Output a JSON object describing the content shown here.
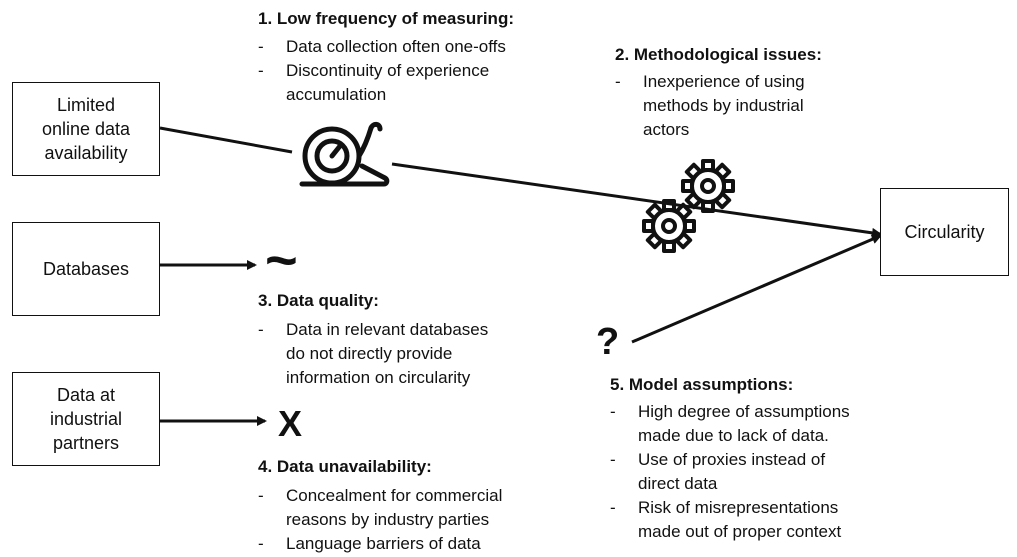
{
  "boxes": {
    "online": {
      "lines": [
        "Limited",
        "online data",
        "availability"
      ]
    },
    "databases": {
      "lines": [
        "Databases"
      ]
    },
    "partners": {
      "lines": [
        "Data at",
        "industrial",
        "partners"
      ]
    },
    "circularity": {
      "lines": [
        "Circularity"
      ]
    }
  },
  "issues": {
    "frequency": {
      "heading": "1. Low frequency of measuring:",
      "items": [
        "Data collection often one-offs",
        "Discontinuity of experience",
        "accumulation"
      ]
    },
    "methodological": {
      "heading": "2. Methodological issues:",
      "items": [
        "Inexperience of using",
        "methods by industrial",
        "actors"
      ]
    },
    "quality": {
      "heading": "3. Data quality:",
      "items": [
        "Data in relevant databases",
        "do not directly provide",
        "information on circularity"
      ]
    },
    "unavailability": {
      "heading": "4. Data unavailability:",
      "items": [
        "Concealment for commercial",
        "reasons by industry parties",
        "Language barriers of data"
      ]
    },
    "assumptions": {
      "heading": "5. Model assumptions:",
      "items": [
        "High degree of assumptions",
        "made due to lack of data.",
        "Use of proxies instead of",
        "direct data",
        "Risk of misrepresentations",
        "made out of proper context"
      ]
    }
  },
  "glyphs": {
    "tilde": "~",
    "cross": "X",
    "question": "?"
  },
  "icons": [
    "snail-icon",
    "gears-icon"
  ]
}
